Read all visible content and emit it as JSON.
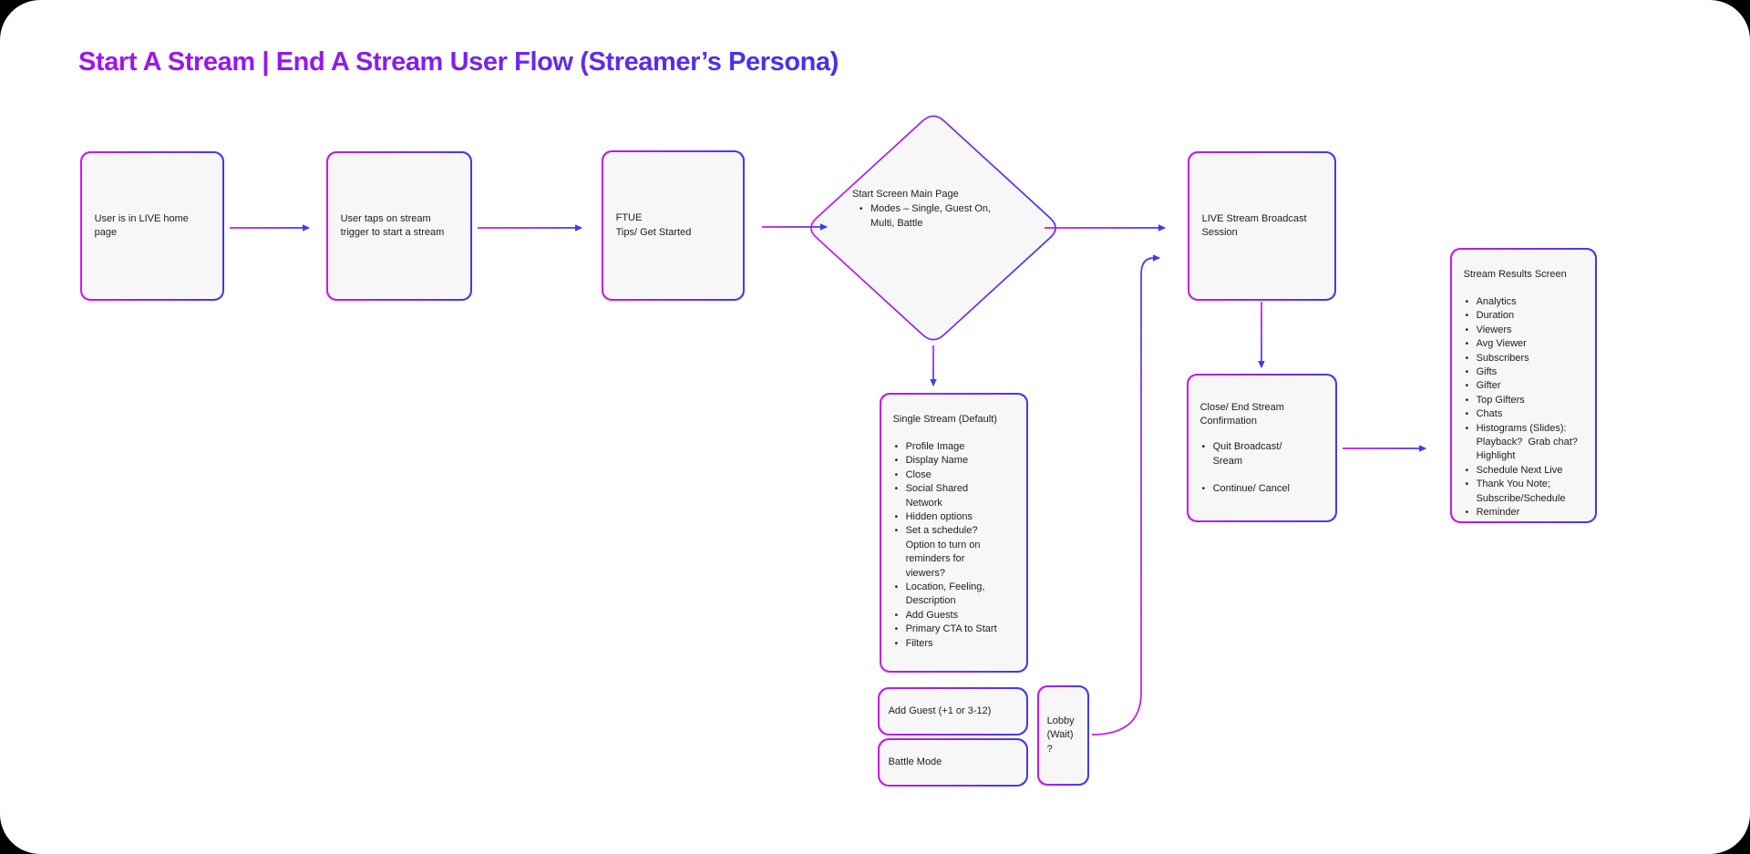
{
  "title": "Start A Stream | End A Stream User Flow (Streamer’s Persona)",
  "colors": {
    "outer_background": "#000000",
    "canvas": "#ffffff",
    "node_fill": "#f7f7f8",
    "accent_magenta": "#cb16ee",
    "accent_blue": "#4238f0",
    "title_gradient_start": "#a512f0",
    "title_gradient_end": "#4431ee",
    "text": "#1d1d1f"
  },
  "nodes": {
    "live_home": {
      "text": "User is in LIVE home\npage"
    },
    "tap_stream": {
      "text": "User taps on stream\ntrigger to start a stream"
    },
    "ftue": {
      "text": "FTUE\nTips/ Get Started"
    },
    "start_screen": {
      "title": "Start Screen Main Page",
      "bullets": [
        "Modes – Single, Guest On,\nMulti, Battle"
      ]
    },
    "broadcast": {
      "text": "LIVE Stream Broadcast\nSession"
    },
    "close_confirm": {
      "title": "Close/ End Stream\nConfirmation",
      "bullets": [
        "Quit Broadcast/\nSream",
        "Continue/ Cancel"
      ]
    },
    "results": {
      "title": "Stream Results Screen",
      "bullets": [
        "Analytics",
        "Duration",
        "Viewers",
        "Avg Viewer",
        "Subscribers",
        "Gifts",
        "Gifter",
        "Top Gifters",
        "Chats",
        "Histograms (Slides):\nPlayback?  Grab chat?\nHighlight",
        "Schedule Next Live",
        "Thank You Note;\nSubscribe/Schedule",
        "Reminder"
      ]
    },
    "single_stream": {
      "title": "Single Stream (Default)",
      "bullets": [
        "Profile Image",
        "Display Name",
        "Close",
        "Social Shared\nNetwork",
        "Hidden options",
        "Set a schedule?\nOption to turn on\nreminders for\nviewers?",
        "Location, Feeling,\nDescription",
        "Add Guests",
        "Primary CTA to Start",
        "Filters"
      ]
    },
    "add_guest": {
      "text": "Add Guest (+1 or 3-12)"
    },
    "battle_mode": {
      "text": "Battle Mode"
    },
    "lobby": {
      "text": "Lobby\n(Wait)\n?"
    }
  }
}
